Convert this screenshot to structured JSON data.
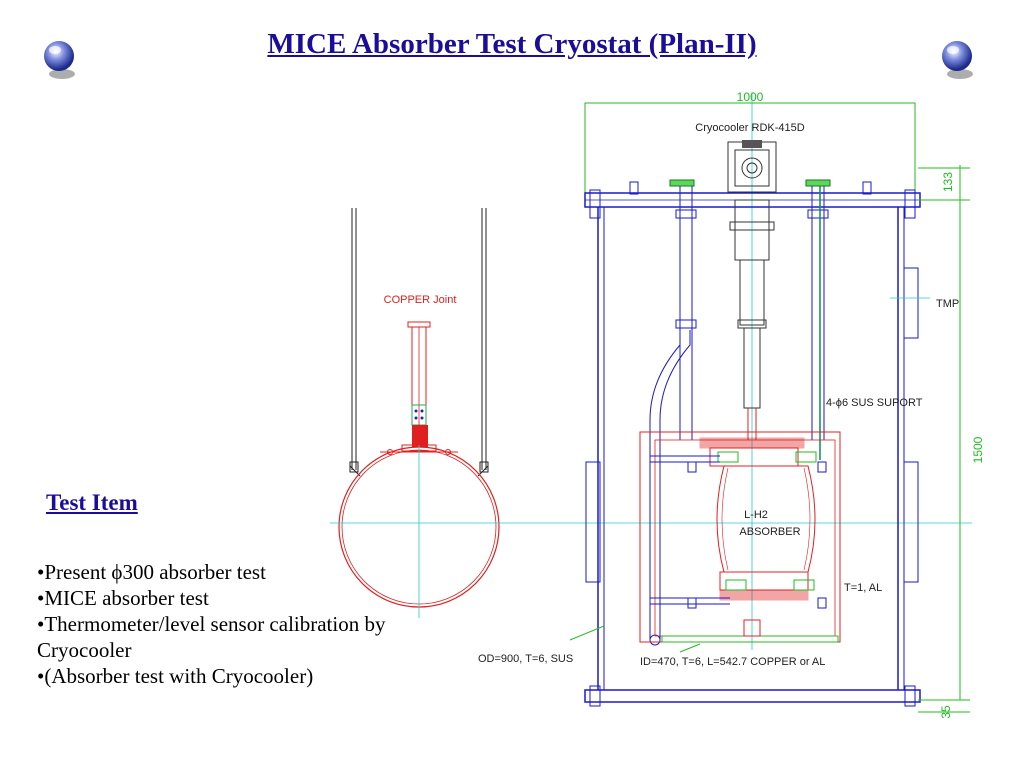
{
  "slide": {
    "title": "MICE Absorber Test Cryostat (Plan-II)",
    "test_item_heading": "Test Item",
    "bullets": [
      "•Present ϕ300 absorber test",
      "•MICE absorber test",
      "•Thermometer/level sensor calibration by Cryocooler",
      "•(Absorber test with Cryocooler)"
    ]
  },
  "drawing": {
    "dim_width": "1000",
    "cryocooler_label": "Cryocooler RDK-415D",
    "dim_top": "133",
    "tmp_label": "TMP",
    "support_label": "4-ϕ6 SUS SUPORT",
    "dim_height": "1500",
    "lh2_label": "L-H2",
    "absorber_label": "ABSORBER",
    "al_label": "T=1, AL",
    "od_label": "OD=900, T=6, SUS",
    "id_label": "ID=470, T=6, L=542.7 COPPER or AL",
    "dim_bottom": "35",
    "copper_joint_label": "COPPER Joint"
  },
  "colors": {
    "title": "#1a0d99",
    "vessel": "#1a1acc",
    "absorber": "#e02020",
    "dimension": "#22bb22",
    "centerline": "#22cccc"
  }
}
